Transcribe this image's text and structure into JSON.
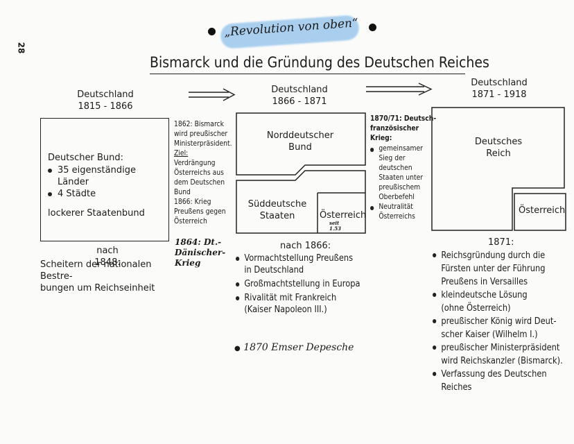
{
  "page_number": "28",
  "motto": "„Revolution von oben“",
  "title": "Bismarck und die Gründung des Deutschen Reiches",
  "col1": {
    "header": [
      "Deutschland",
      "1815 - 1866"
    ],
    "box_title": "Deutscher Bund:",
    "box_items": [
      "35 eigenständige Länder",
      "4 Städte"
    ],
    "box_footer": "lockerer Staatenbund",
    "note_head": "nach 1848:",
    "note_lines": [
      "Scheitern der nationalen Bestre-",
      "bungen um Reichseinheit"
    ]
  },
  "col2_side": {
    "lines": [
      "1862: Bismarck",
      "wird preußischer",
      "Ministerpräsident."
    ],
    "goal_label": "Ziel:",
    "goal_lines": [
      "Verdrängung",
      "Österreichs aus",
      "dem Deutschen",
      "Bund"
    ],
    "war_lines": [
      "1866: Krieg",
      "Preußens gegen",
      "Österreich"
    ],
    "hand_lines": [
      "1864: Dt.-",
      "Dänischer-",
      "Krieg"
    ]
  },
  "col2": {
    "header": [
      "Deutschland",
      "1866 - 1871"
    ],
    "north": [
      "Norddeutscher",
      "Bund"
    ],
    "south": [
      "Süddeutsche",
      "Staaten"
    ],
    "austria": "Österreich",
    "austria_note": [
      "seit",
      "1.53"
    ],
    "note_head": "nach 1866:",
    "items": [
      [
        "Vormachtstellung Preußens",
        "in Deutschland"
      ],
      [
        "Großmachtstellung in Europa"
      ],
      [
        "Rivalität mit Frankreich",
        "(Kaiser Napoleon III.)"
      ]
    ],
    "ems": "1870 Emser Depesche"
  },
  "col3_side": {
    "head_lines": [
      "1870/71: Deutsch-",
      "französischer",
      "Krieg:"
    ],
    "items": [
      [
        "gemeinsamer",
        "Sieg der",
        "deutschen",
        "Staaten unter",
        "preußischem",
        "Oberbefehl"
      ],
      [
        "Neutralität",
        "Österreichs"
      ]
    ]
  },
  "col3": {
    "header": [
      "Deutschland",
      "1871 - 1918"
    ],
    "reich": [
      "Deutsches",
      "Reich"
    ],
    "austria": "Österreich",
    "note_head": "1871:",
    "items": [
      [
        "Reichsgründung durch die",
        "Fürsten unter der Führung",
        "Preußens in Versailles"
      ],
      [
        "kleindeutsche Lösung",
        "(ohne Österreich)"
      ],
      [
        "preußischer König wird Deut-",
        "scher Kaiser (Wilhelm I.)"
      ],
      [
        "preußischer Ministerpräsident",
        "wird Reichskanzler (Bismarck)."
      ],
      [
        "Verfassung des Deutschen",
        "Reiches"
      ]
    ]
  }
}
